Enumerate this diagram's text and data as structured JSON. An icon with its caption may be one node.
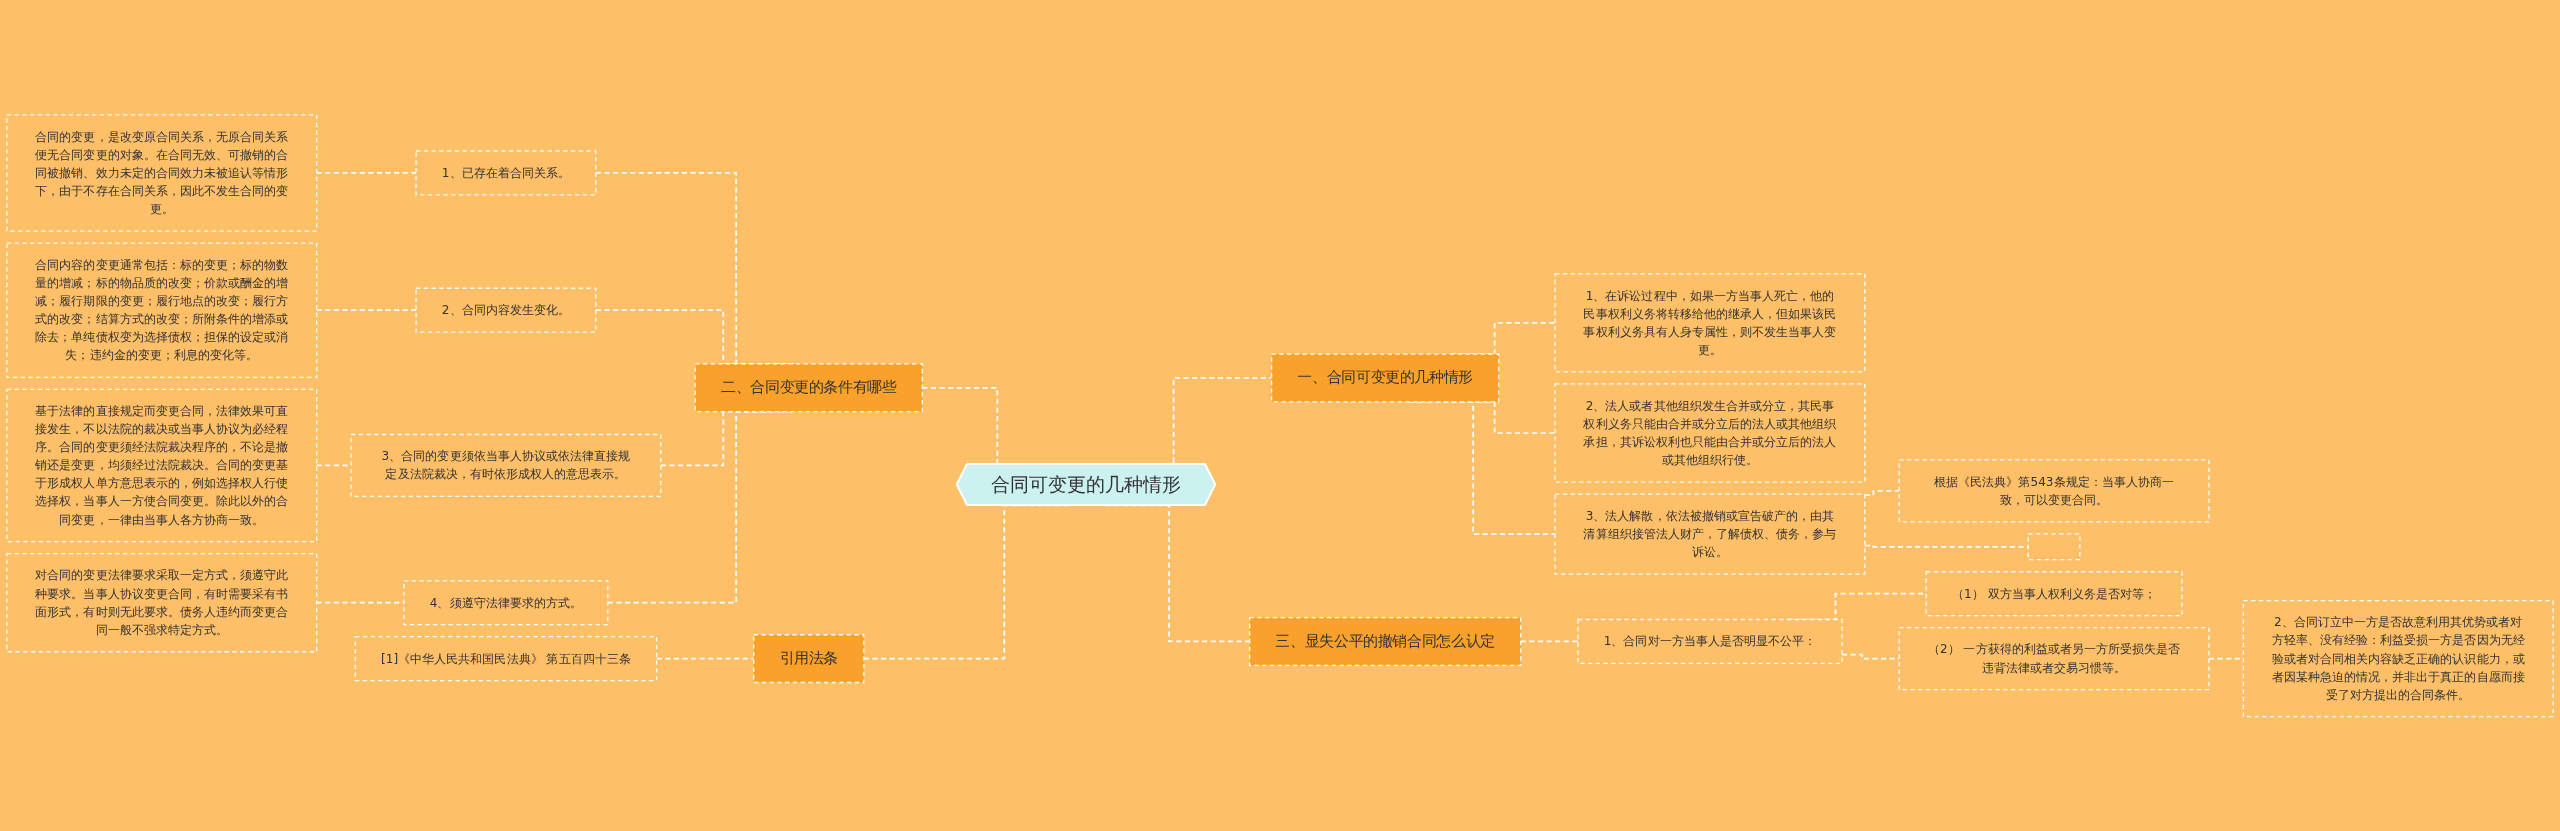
{
  "diagram": {
    "nodes": [
      {
        "text": [
          "合同可变更的几种情形"
        ]
      },
      {
        "text": [
          "二、合同变更的条件有哪些"
        ]
      },
      {
        "text": [
          "1、已存在着合同关系。"
        ]
      },
      {
        "text": [
          "合同的变更，是改变原合同关系，无原合同关系便无合同变更的对象。在合同无效、可撤销的合同被撤销、效力未定的合同效力未被追认等情形下，由于不存在合同关系，因此不发生合同的变更。"
        ]
      },
      {
        "text": [
          "2、合同内容发生变化。"
        ]
      },
      {
        "text": [
          "合同内容的变更通常包括：标的变更；标的物数量的增减；标的物品质的改变；价款或酬金的增减；履行期限的变更；履行地点的改变；履行方式的改变；结算方式的改变；所附条件的增添或除去；单纯债权变为选择债权；担保的设定或消失；违约金的变更；利息的变化等。"
        ]
      },
      {
        "text": [
          "3、合同的变更须依当事人协议或依法律直接规定及法院裁决，有时依形成权人的意思表示。"
        ]
      },
      {
        "text": [
          "基于法律的直接规定而变更合同，法律效果可直接发生，不以法院的裁决或当事人协议为必经程序。合同的变更须经法院裁决程序的，不论是撤销还是变更，均须经过法院裁决。合同的变更基于形成权人单方意思表示的，例如选择权人行使选择权，当事人一方使合同变更。除此以外的合同变更，一律由当事人各方协商一致。"
        ]
      },
      {
        "text": [
          "4、须遵守法律要求的方式。"
        ]
      },
      {
        "text": [
          "对合同的变更法律要求采取一定方式，须遵守此种要求。当事人协议变更合同，有时需要采有书面形式，有时则无此要求。债务人违约而变更合同一般不强求特定方式。"
        ]
      },
      {
        "text": [
          "引用法条"
        ]
      },
      {
        "text": [
          "[1]《中华人民共和国民法典》 第五百四十三条"
        ]
      },
      {
        "text": [
          "一、合同可变更的几种情形"
        ]
      },
      {
        "text": [
          "1、在诉讼过程中，如果一方当事人死亡，他的民事权利义务将转移给他的继承人，但如果该民事权利义务具有人身专属性，则不发生当事人变更。"
        ]
      },
      {
        "text": [
          "2、法人或者其他组织发生合并或分立，其民事权利义务只能由合并或分立后的法人或其他组织承担，其诉讼权利也只能由合并或分立后的法人或其他组织行使。"
        ]
      },
      {
        "text": [
          "3、法人解散，依法被撤销或宣告破产的，由其清算组织接管法人财产，了解债权、债务，参与诉讼。"
        ]
      },
      {
        "text": [
          "根据《民法典》第543条规定：当事人协商一致，可以变更合同。"
        ]
      },
      {
        "text": [],
        "shape": "box"
      },
      {
        "text": [
          "三、显失公平的撤销合同怎么认定"
        ]
      },
      {
        "text": [
          "1、合同对一方当事人是否明显不公平："
        ]
      },
      {
        "text": [
          "（1） 双方当事人权利义务是否对等；"
        ]
      },
      {
        "text": [
          "（2） 一方获得的利益或者另一方所受损失是否违背法律或者交易习惯等。"
        ]
      },
      {
        "text": [
          "2、合同订立中一方是否故意利用其优势或者对方轻率、没有经验：利益受损一方是否因为无经验或者对合同相关内容缺乏正确的认识能力，或者因某种急迫的情况，并非出于真正的自愿而接受了对方提出的合同条件。"
        ]
      }
    ],
    "edges": [
      {
        "from": 0,
        "to": 1,
        "arrow": "none"
      },
      {
        "from": 1,
        "to": 2,
        "arrow": "none"
      },
      {
        "from": 2,
        "to": 3,
        "arrow": "none"
      },
      {
        "from": 1,
        "to": 4,
        "arrow": "none"
      },
      {
        "from": 4,
        "to": 5,
        "arrow": "none"
      },
      {
        "from": 1,
        "to": 6,
        "arrow": "none"
      },
      {
        "from": 6,
        "to": 7,
        "arrow": "none"
      },
      {
        "from": 1,
        "to": 8,
        "arrow": "none"
      },
      {
        "from": 8,
        "to": 9,
        "arrow": "none"
      },
      {
        "from": 0,
        "to": 10,
        "arrow": "none"
      },
      {
        "from": 10,
        "to": 11,
        "arrow": "none"
      },
      {
        "from": 0,
        "to": 12,
        "arrow": "none"
      },
      {
        "from": 12,
        "to": 13,
        "arrow": "none"
      },
      {
        "from": 12,
        "to": 14,
        "arrow": "none"
      },
      {
        "from": 12,
        "to": 15,
        "arrow": "none"
      },
      {
        "from": 15,
        "to": 16,
        "arrow": "none"
      },
      {
        "from": 15,
        "to": 17,
        "arrow": "none"
      },
      {
        "from": 0,
        "to": 18,
        "arrow": "none"
      },
      {
        "from": 18,
        "to": 19,
        "arrow": "none"
      },
      {
        "from": 19,
        "to": 20,
        "arrow": "none"
      },
      {
        "from": 19,
        "to": 21,
        "arrow": "none"
      },
      {
        "from": 21,
        "to": 22,
        "arrow": "none"
      }
    ]
  }
}
